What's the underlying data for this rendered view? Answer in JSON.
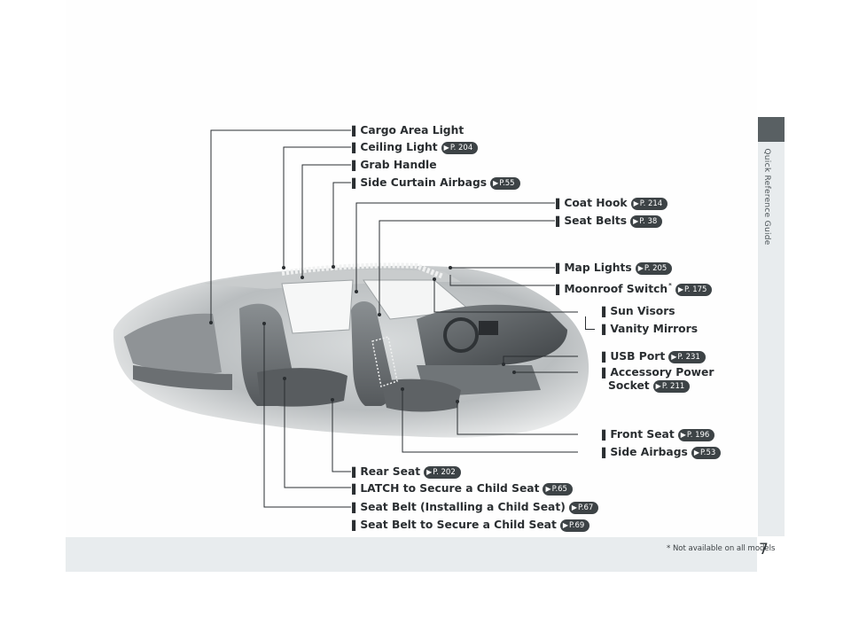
{
  "sidebar": {
    "label": "Quick Reference Guide"
  },
  "page_number": "7",
  "footnote": "* Not available on all models",
  "callouts": {
    "cargo_area_light": {
      "label": "Cargo Area Light"
    },
    "ceiling_light": {
      "label": "Ceiling Light",
      "page_ref": "P. 204"
    },
    "grab_handle": {
      "label": "Grab Handle"
    },
    "side_curtain_airbags": {
      "label": "Side Curtain Airbags",
      "page_ref": "P.55"
    },
    "coat_hook": {
      "label": "Coat Hook",
      "page_ref": "P. 214"
    },
    "seat_belts": {
      "label": "Seat Belts",
      "page_ref": "P. 38"
    },
    "map_lights": {
      "label": "Map Lights",
      "page_ref": "P. 205"
    },
    "moonroof_switch": {
      "label": "Moonroof Switch",
      "asterisk": "*",
      "page_ref": "P. 175"
    },
    "sun_visors": {
      "label": "Sun Visors"
    },
    "vanity_mirrors": {
      "label": "Vanity Mirrors"
    },
    "usb_port": {
      "label": "USB Port",
      "page_ref": "P. 231"
    },
    "accessory_power_socket": {
      "label_line1": "Accessory Power",
      "label_line2": "Socket",
      "page_ref": "P. 211"
    },
    "front_seat": {
      "label": "Front Seat",
      "page_ref": "P. 196"
    },
    "side_airbags": {
      "label": "Side Airbags",
      "page_ref": "P.53"
    },
    "rear_seat": {
      "label": "Rear Seat",
      "page_ref": "P. 202"
    },
    "latch": {
      "label": "LATCH to Secure a Child Seat",
      "page_ref": "P.65"
    },
    "seat_belt_installing": {
      "label": "Seat Belt (Installing a Child Seat)",
      "page_ref": "P.67"
    },
    "seat_belt_secure": {
      "label": "Seat Belt to Secure a Child Seat",
      "page_ref": "P.69"
    }
  }
}
